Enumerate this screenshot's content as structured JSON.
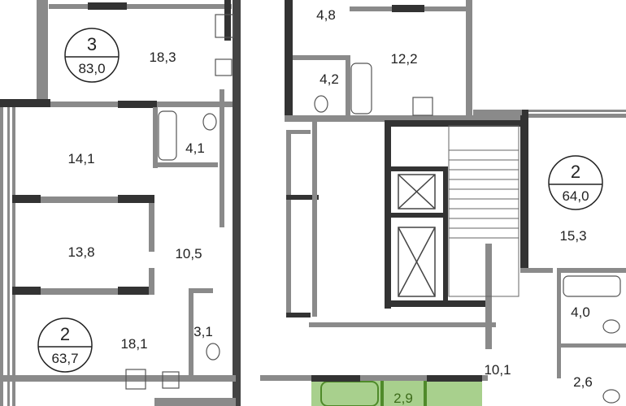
{
  "apartments": [
    {
      "rooms": "3",
      "area": "83,0"
    },
    {
      "rooms": "2",
      "area": "63,7"
    },
    {
      "rooms": "2",
      "area": "64,0"
    }
  ],
  "room_areas": {
    "kitchen_top_left": "18,3",
    "room_14_1": "14,1",
    "room_13_8": "13,8",
    "hall_10_5": "10,5",
    "bath_4_1": "4,1",
    "kitchen_18_1": "18,1",
    "bath_3_1": "3,1",
    "hall_4_8": "4,8",
    "bath_4_2": "4,2",
    "kitchen_12_2": "12,2",
    "room_15_3": "15,3",
    "bath_4_0": "4,0",
    "hall_10_1": "10,1",
    "wc_2_6": "2,6",
    "highlighted_bath": "2,9"
  },
  "colors": {
    "wall_dark": "#333333",
    "wall_gray": "#8a8a8a",
    "highlight": "#a8d08d",
    "highlight_line": "#4f8a2a"
  }
}
